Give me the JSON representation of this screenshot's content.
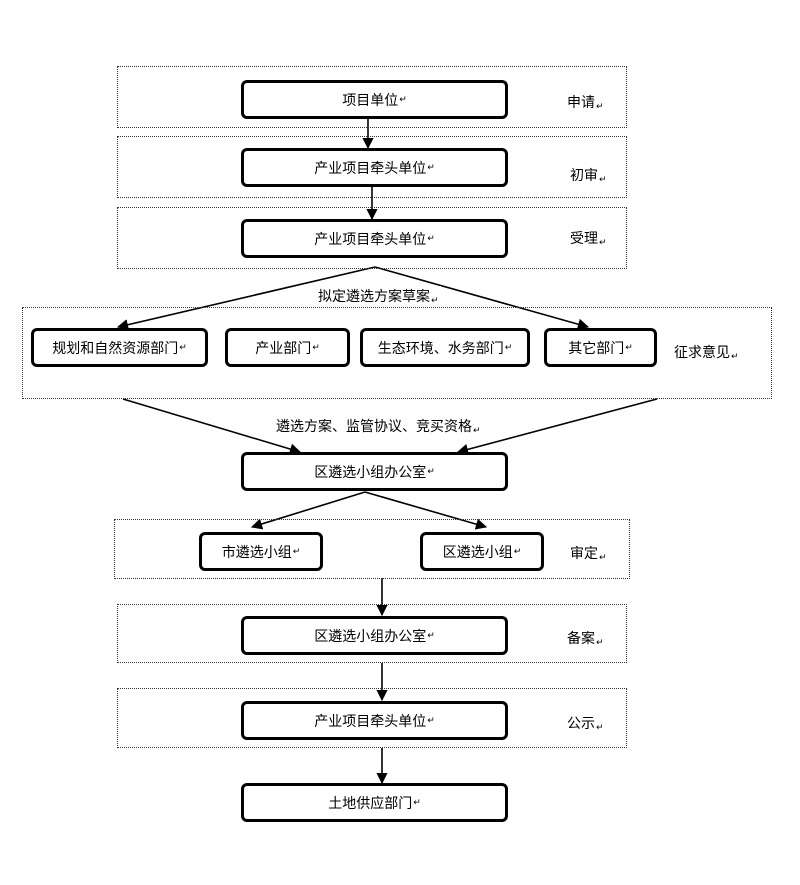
{
  "return_mark": "↵",
  "nodes": {
    "applicant_unit": "项目单位",
    "lead_unit_1": "产业项目牵头单位",
    "lead_unit_2": "产业项目牵头单位",
    "planning_dept": "规划和自然资源部门",
    "industry_dept": "产业部门",
    "eco_water_dept": "生态环境、水务部门",
    "other_dept": "其它部门",
    "district_office_1": "区遴选小组办公室",
    "city_group": "市遴选小组",
    "district_group": "区遴选小组",
    "district_office_2": "区遴选小组办公室",
    "lead_unit_3": "产业项目牵头单位",
    "land_dept": "土地供应部门"
  },
  "stages": {
    "apply": "申请",
    "first_review": "初审",
    "accept": "受理",
    "solicit": "征求意见",
    "approve": "审定",
    "file": "备案",
    "publicize": "公示"
  },
  "edge_labels": {
    "draft_plan": "拟定遴选方案草案",
    "plan_docs": "遴选方案、监管协议、竞买资格"
  }
}
